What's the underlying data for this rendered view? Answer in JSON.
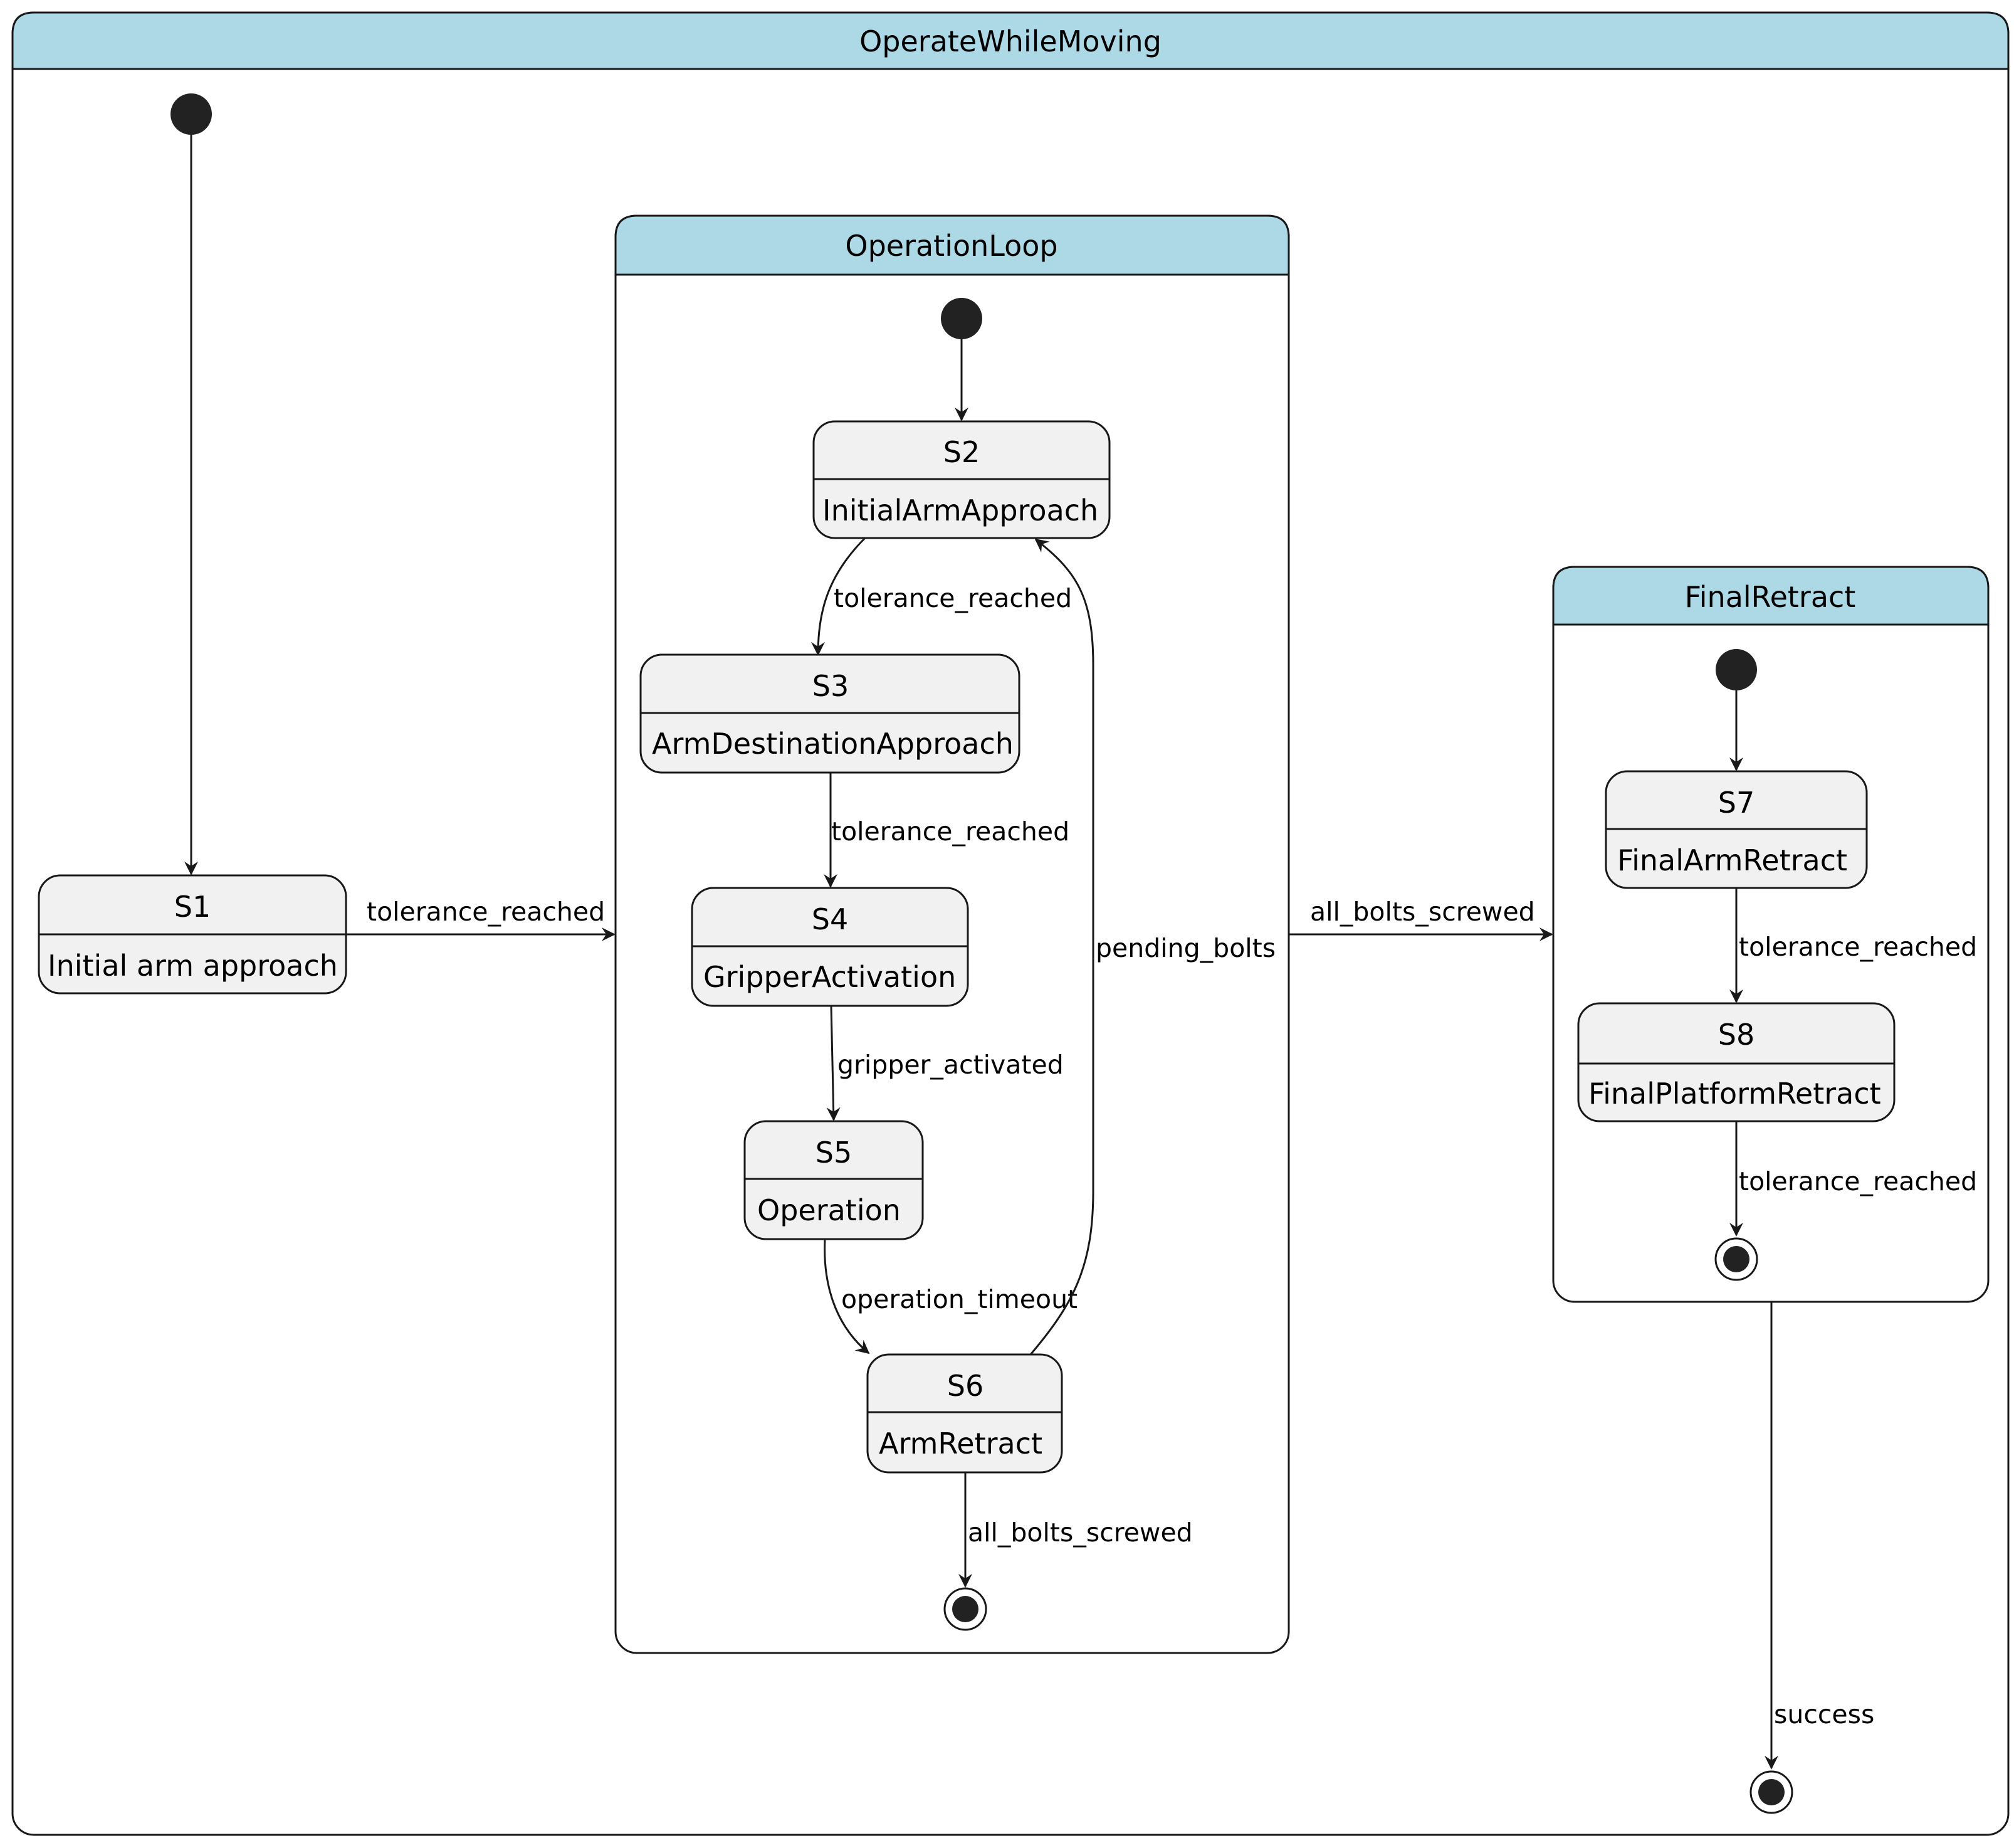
{
  "diagram": {
    "type": "state-machine",
    "colors": {
      "header_fill": "#ADD8E6",
      "state_fill": "#F1F1F1",
      "border": "#181818",
      "node_fill": "#222222",
      "background": "#FFFFFF"
    },
    "composites": [
      {
        "id": "operate",
        "title": "OperateWhileMoving"
      },
      {
        "id": "loop",
        "title": "OperationLoop"
      },
      {
        "id": "final",
        "title": "FinalRetract"
      }
    ],
    "states": [
      {
        "id": "S1",
        "name": "S1",
        "description": "Initial arm approach"
      },
      {
        "id": "S2",
        "name": "S2",
        "description": "InitialArmApproach"
      },
      {
        "id": "S3",
        "name": "S3",
        "description": "ArmDestinationApproach"
      },
      {
        "id": "S4",
        "name": "S4",
        "description": "GripperActivation"
      },
      {
        "id": "S5",
        "name": "S5",
        "description": "Operation"
      },
      {
        "id": "S6",
        "name": "S6",
        "description": "ArmRetract"
      },
      {
        "id": "S7",
        "name": "S7",
        "description": "FinalArmRetract"
      },
      {
        "id": "S8",
        "name": "S8",
        "description": "FinalPlatformRetract"
      }
    ],
    "transitions": [
      {
        "from": "start-outer",
        "to": "S1",
        "label": ""
      },
      {
        "from": "S1",
        "to": "OperationLoop",
        "label": "tolerance_reached"
      },
      {
        "from": "start-loop",
        "to": "S2",
        "label": ""
      },
      {
        "from": "S2",
        "to": "S3",
        "label": "tolerance_reached"
      },
      {
        "from": "S3",
        "to": "S4",
        "label": "tolerance_reached"
      },
      {
        "from": "S4",
        "to": "S5",
        "label": "gripper_activated"
      },
      {
        "from": "S5",
        "to": "S6",
        "label": "operation_timeout"
      },
      {
        "from": "S6",
        "to": "S2",
        "label": "pending_bolts"
      },
      {
        "from": "S6",
        "to": "end-loop",
        "label": "all_bolts_screwed"
      },
      {
        "from": "OperationLoop",
        "to": "FinalRetract",
        "label": "all_bolts_screwed"
      },
      {
        "from": "start-final",
        "to": "S7",
        "label": ""
      },
      {
        "from": "S7",
        "to": "S8",
        "label": "tolerance_reached"
      },
      {
        "from": "S8",
        "to": "end-final",
        "label": "tolerance_reached"
      },
      {
        "from": "FinalRetract",
        "to": "end-outer",
        "label": "success"
      }
    ]
  }
}
